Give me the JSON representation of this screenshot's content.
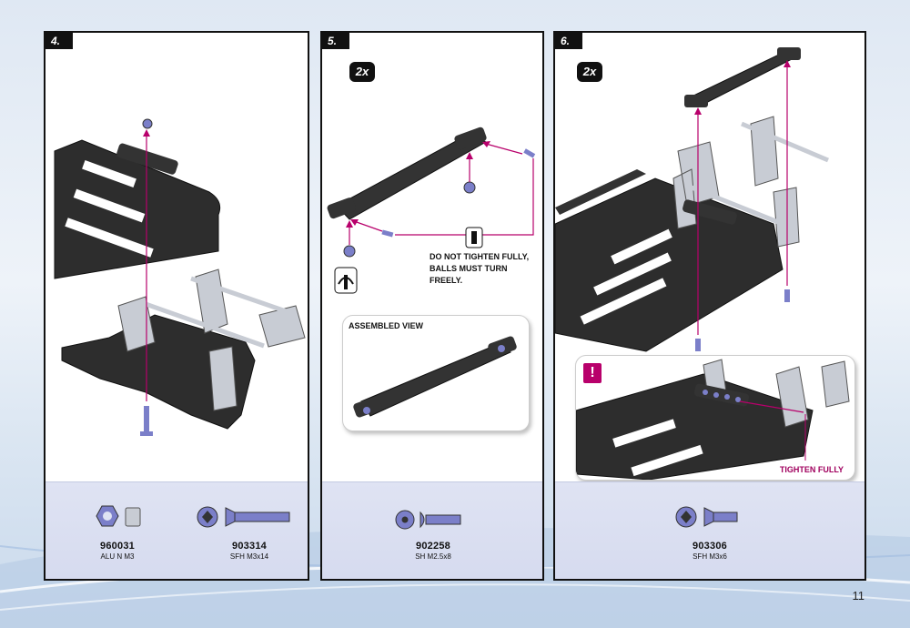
{
  "steps": [
    {
      "number": "4.",
      "parts": [
        {
          "code": "960031",
          "desc": "ALU N M3",
          "icon": "nut-icon"
        },
        {
          "code": "903314",
          "desc": "SFH M3x14",
          "icon": "countersunk-screw-icon"
        }
      ]
    },
    {
      "number": "5.",
      "quantity": "2x",
      "note_line1": "DO  NOT  TIGHTEN  FULLY,",
      "note_line2": "BALLS MUST TURN FREELY.",
      "assembled_label": "ASSEMBLED VIEW",
      "parts": [
        {
          "code": "902258",
          "desc": "SH M2.5x8",
          "icon": "button-head-screw-icon"
        }
      ]
    },
    {
      "number": "6.",
      "quantity": "2x",
      "warning_symbol": "!",
      "tighten_label": "TIGHTEN FULLY",
      "parts": [
        {
          "code": "903306",
          "desc": "SFH M3x6",
          "icon": "countersunk-screw-icon"
        }
      ]
    }
  ],
  "page_number": "11",
  "colors": {
    "arrow": "#b8006b",
    "carbon": "#2a2a2a",
    "alu": "#c8ccd4",
    "parts_bg": "#d9def0"
  }
}
